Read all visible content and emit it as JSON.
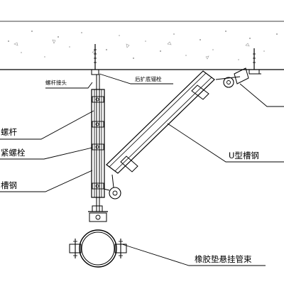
{
  "labels": {
    "rod_joint": "螺杆接头",
    "anchor_bolt": "后扩底锚栓",
    "screw_rod": "螺杆",
    "tight_bolt": "紧螺栓",
    "channel_steel_left": "槽钢",
    "u_channel": "U型槽钢",
    "rubber_clamp": "橡胶垫悬挂管束"
  },
  "colors": {
    "line": "#000000",
    "concrete_dots": "#9a9a9a"
  }
}
